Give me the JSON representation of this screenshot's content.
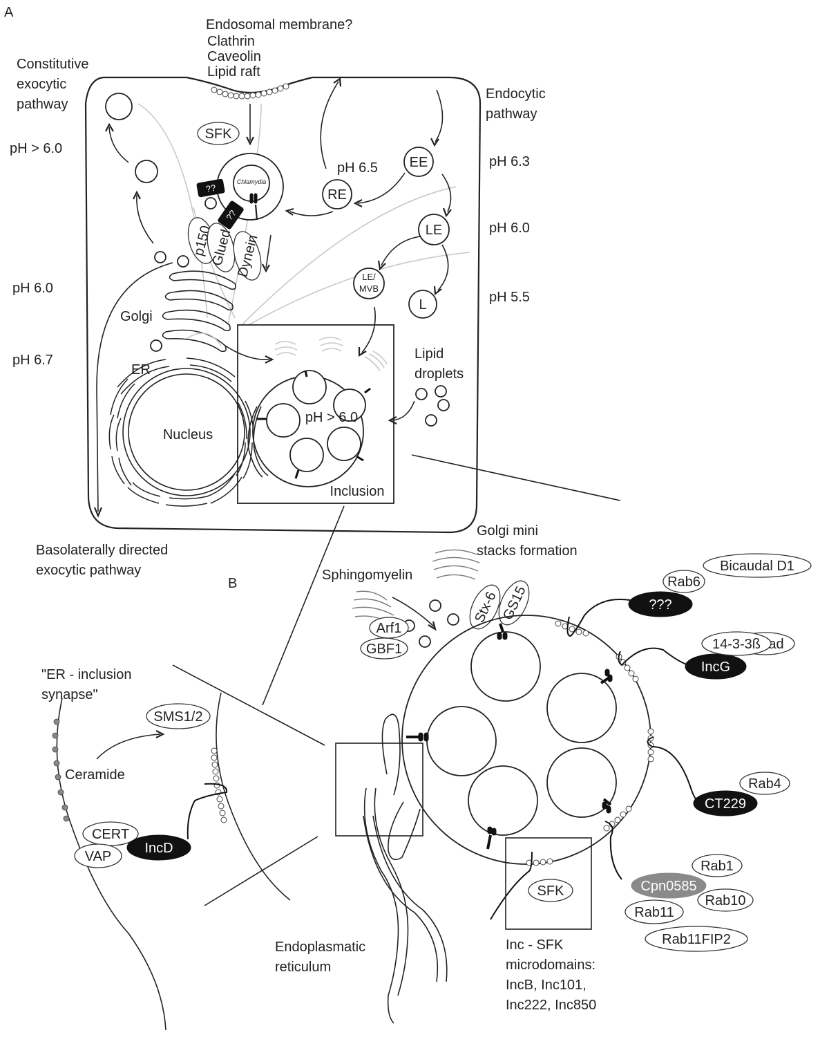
{
  "panels": {
    "a": "A",
    "b": "B"
  },
  "panel_a": {
    "endosomal": [
      "Endosomal membrane?",
      "Clathrin",
      "Caveolin",
      "Lipid raft"
    ],
    "constitutive": [
      "Constitutive",
      "exocytic",
      "pathway"
    ],
    "endocytic": [
      "Endocytic",
      "pathway"
    ],
    "basolateral": [
      "Basolaterally directed",
      "exocytic pathway"
    ],
    "ph_left": [
      "pH > 6.0",
      "pH 6.0",
      "pH 6.7"
    ],
    "ph_right": [
      "pH 6.3",
      "pH 6.0",
      "pH 5.5"
    ],
    "ph_re": "pH 6.5",
    "ph_inclusion": "pH > 6.0",
    "sfk": "SFK",
    "chlamydia": "Chlamydia",
    "unknown": "??",
    "motors": [
      "p150",
      "Glued",
      "Dynein"
    ],
    "compartments": {
      "ee": "EE",
      "re": "RE",
      "le": "LE",
      "l": "L",
      "lemvb": [
        "LE/",
        "MVB"
      ]
    },
    "golgi": "Golgi",
    "er": "ER",
    "nucleus": "Nucleus",
    "inclusion": "Inclusion",
    "lipid": [
      "Lipid",
      "droplets"
    ]
  },
  "panel_b": {
    "golgi_mini": [
      "Golgi mini",
      "stacks formation"
    ],
    "sphingomyelin": "Sphingomyelin",
    "er_synapse": [
      "\"ER - inclusion",
      "synapse\""
    ],
    "sms": "SMS1/2",
    "ceramide": "Ceramide",
    "cert": "CERT",
    "vap": "VAP",
    "incd": "IncD",
    "arf1": "Arf1",
    "gbf1": "GBF1",
    "stx6": "Stx-6",
    "gs15": "GS15",
    "unknown3": "???",
    "rab6": "Rab6",
    "bicaudal": "Bicaudal D1",
    "pbad": "p-Bad",
    "p1433": "14-3-3ß",
    "incg": "IncG",
    "rab4": "Rab4",
    "ct229": "CT229",
    "cpn": "Cpn0585",
    "rab1": "Rab1",
    "rab10": "Rab10",
    "rab11": "Rab11",
    "rab11fip2": "Rab11FIP2",
    "sfk": "SFK",
    "er": [
      "Endoplasmatic",
      "reticulum"
    ],
    "inc_sfk": [
      "Inc - SFK",
      "microdomains:",
      "IncB, Inc101,",
      "Inc222, Inc850"
    ]
  }
}
